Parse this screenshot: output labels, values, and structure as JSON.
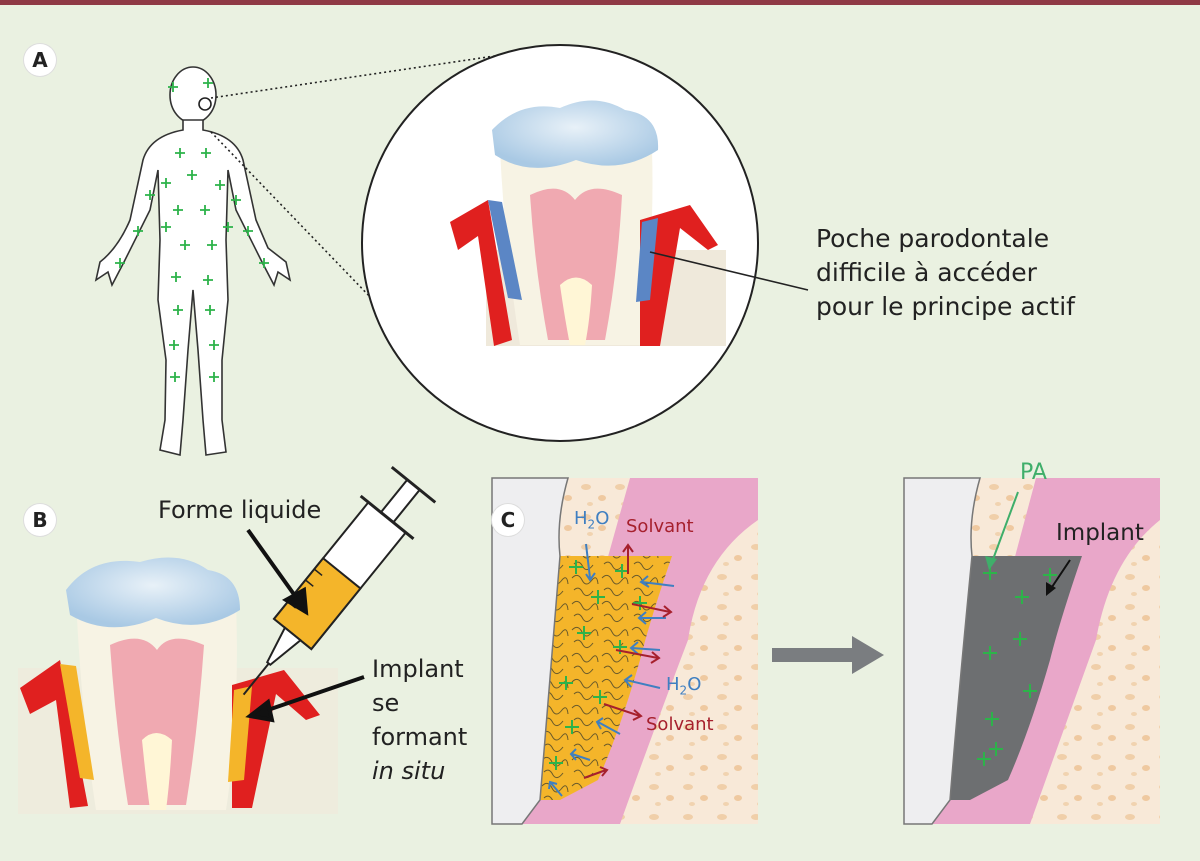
{
  "panels": {
    "a": "A",
    "b": "B",
    "c": "C"
  },
  "panel_a": {
    "callout_line1": "Poche parodontale",
    "callout_line2": "difficile à accéder",
    "callout_line3": "pour le principe actif"
  },
  "panel_b": {
    "syringe_label": "Forme liquide",
    "implant_line1": "Implant",
    "implant_line2": "se",
    "implant_line3": "formant",
    "implant_line4": "in situ"
  },
  "panel_c": {
    "water_top": "H",
    "water_top_sub": "2",
    "water_top_end": "O",
    "solvent_top": "Solvant",
    "water_mid": "H",
    "water_mid_sub": "2",
    "water_mid_end": "O",
    "solvent_mid": "Solvant",
    "pa_label": "PA",
    "implant_label": "Implant"
  },
  "colors": {
    "background": "#eaf1e1",
    "gum_red": "#e0201f",
    "pocket_blue": "#5b86c5",
    "implant_orange": "#f4b52a",
    "implant_grey": "#6d6f71",
    "drug_green": "#2db34a",
    "tissue_pink": "#e9a7c9",
    "bone_beige": "#f8e9d8",
    "title_bar": "#8f3a45"
  }
}
